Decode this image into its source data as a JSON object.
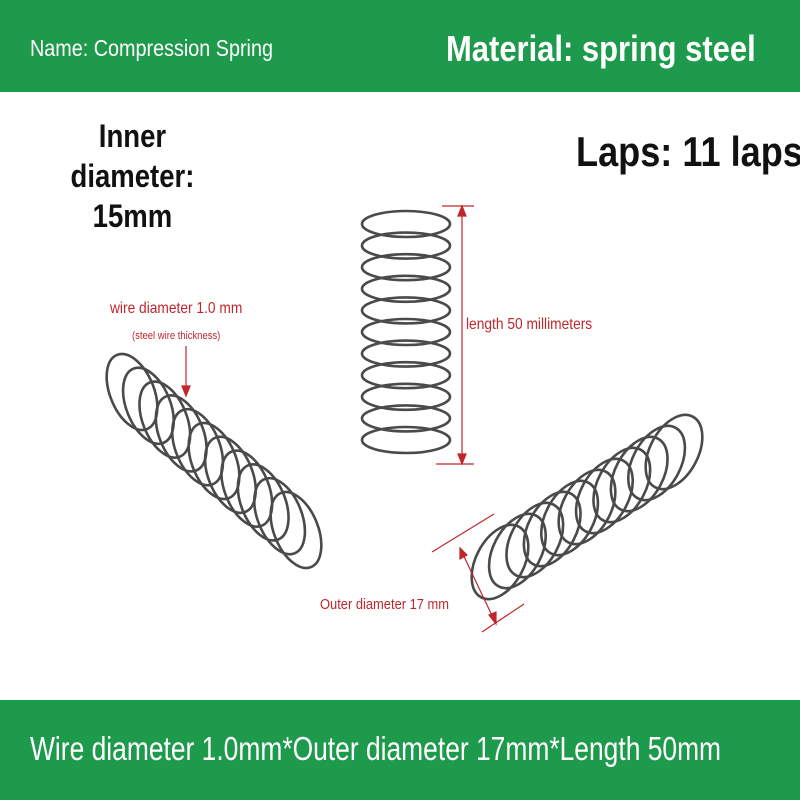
{
  "header": {
    "name_label": "Name: Compression Spring",
    "material_label": "Material: spring steel"
  },
  "specs": {
    "inner_diameter_line1": "Inner diameter:",
    "inner_diameter_line2": "15mm",
    "laps": "Laps: 11 laps"
  },
  "annotations": {
    "wire_diameter": "wire diameter 1.0 mm",
    "wire_note": "(steel wire thickness)",
    "length": "length 50 millimeters",
    "outer_diameter": "Outer diameter 17 mm"
  },
  "footer": {
    "summary": "Wire diameter 1.0mm*Outer diameter 17mm*Length 50mm"
  },
  "colors": {
    "band_green": "#1e9a4c",
    "annotation_red": "#c0262c",
    "spring_steel": "#4a4a4a"
  }
}
